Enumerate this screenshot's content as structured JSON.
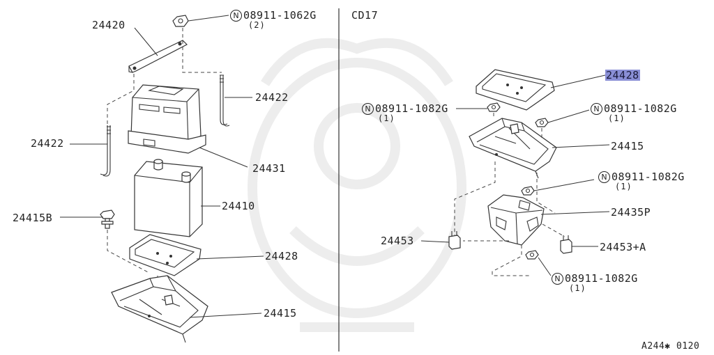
{
  "model_code": "CD17",
  "figure_code": "A244✱ 0120",
  "nut_symbol": "N",
  "highlight_color": "#8a8fd6",
  "parts": {
    "left": {
      "bracket_top": "24420",
      "rod_right": "24422",
      "rod_left": "24422",
      "cover": "24431",
      "battery": "24410",
      "bolt": "24415B",
      "tray": "24428",
      "support": "24415"
    },
    "right": {
      "tray": "24428",
      "support": "24415",
      "bracket": "24435P",
      "clip_left": "24453",
      "clip_right": "24453+A"
    }
  },
  "fasteners": {
    "left_top": {
      "part": "08911-1062G",
      "qty": "(2)"
    },
    "right_1": {
      "part": "08911-1082G",
      "qty": "(1)"
    },
    "right_2": {
      "part": "08911-1082G",
      "qty": "(1)"
    },
    "right_3": {
      "part": "08911-1082G",
      "qty": "(1)"
    },
    "right_4": {
      "part": "08911-1082G",
      "qty": "(1)"
    }
  },
  "icons": [
    "watermark-emblem",
    "nut-symbol-icon",
    "bolt-icon",
    "nut-icon"
  ]
}
